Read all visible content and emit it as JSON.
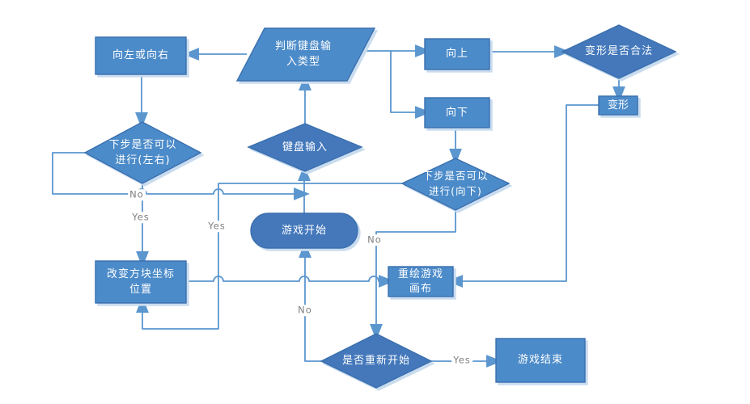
{
  "diagram_title": "tetris-keyboard-input-flowchart",
  "colors": {
    "node-fill": "#4c8bc9",
    "node-fill-dark": "#4478bb",
    "node-border": "#3a6fae",
    "edge": "#5b96cf",
    "edge-label": "#7f7f7f",
    "shadow": "#c9dcef",
    "text": "#ffffff",
    "bg": "#ffffff"
  },
  "nodes": {
    "judge_input": {
      "label": "判断键盘输\n入类型"
    },
    "move_left_right": {
      "label": "向左或向右"
    },
    "move_up": {
      "label": "向上"
    },
    "move_down": {
      "label": "向下"
    },
    "transform_legal": {
      "label": "变形是否合法"
    },
    "transform": {
      "label": "变形"
    },
    "can_step_lr": {
      "label": "下步是否可以\n进行(左右)"
    },
    "keyboard_input": {
      "label": "键盘输入"
    },
    "can_step_down": {
      "label": "下步是否可以\n进行(向下)"
    },
    "game_start": {
      "label": "游戏开始"
    },
    "change_position": {
      "label": "改变方块坐标\n位置"
    },
    "redraw_canvas": {
      "label": "重绘游戏\n画布"
    },
    "restart_check": {
      "label": "是否重新开始"
    },
    "game_over": {
      "label": "游戏结束"
    }
  },
  "edge_labels": {
    "can_step_lr_no": "No",
    "can_step_lr_yes": "Yes",
    "can_step_down_yes": "Yes",
    "can_step_down_no": "No",
    "restart_no": "No",
    "restart_yes": "Yes"
  }
}
